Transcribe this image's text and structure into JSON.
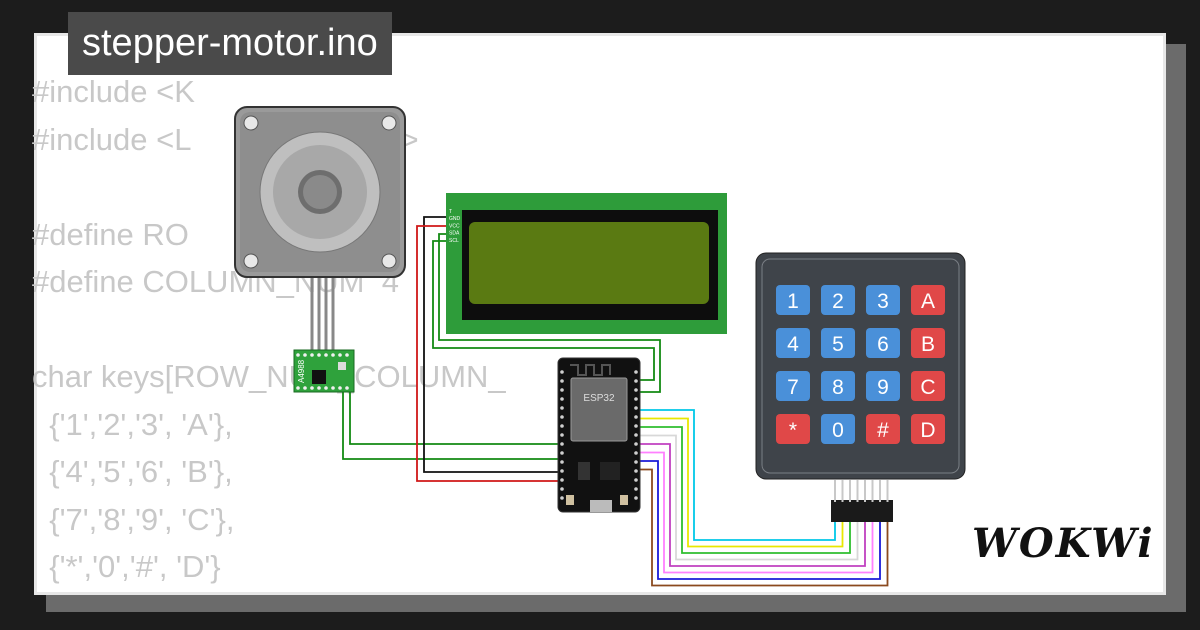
{
  "file_label": "stepper-motor.ino",
  "brand": "WOKWi",
  "code_lines": [
    "#include <K",
    "#include <L           al_I2C.h>",
    "",
    "#define RO         4",
    "#define COLUMN_NUM  4",
    "",
    "char keys[ROW_NUM][COLUMN_      {",
    "  {'1','2','3', 'A'},",
    "  {'4','5','6', 'B'},",
    "  {'7','8','9', 'C'},",
    "  {'*','0','#', 'D'}"
  ],
  "driver_label": "A4988",
  "board_label": "ESP32",
  "lcd_pins": [
    "T",
    "GND",
    "VCC",
    "SDA",
    "SCL"
  ],
  "keypad_keys": [
    [
      "1",
      "2",
      "3",
      "A"
    ],
    [
      "4",
      "5",
      "6",
      "B"
    ],
    [
      "7",
      "8",
      "9",
      "C"
    ],
    [
      "*",
      "0",
      "#",
      "D"
    ]
  ],
  "colors": {
    "key_blue": "#4a90d9",
    "key_red": "#e04848",
    "lcd_green": "#2e9c3a",
    "lcd_screen": "#5a7a12",
    "wire_green": "#138a13",
    "wire_red": "#d01818",
    "wire_black": "#111111",
    "keypad_wires": [
      "#00c8e8",
      "#e8e800",
      "#2fbf2f",
      "#d8d8d8",
      "#c040c0",
      "#ff80ff",
      "#1a1ad8",
      "#8b4a1e"
    ]
  }
}
